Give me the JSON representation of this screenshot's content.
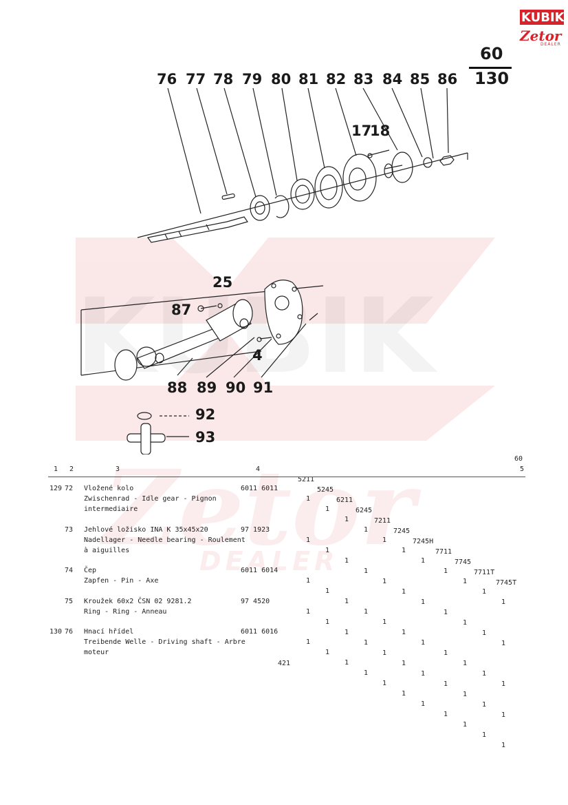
{
  "brand": {
    "name": "KUBIK",
    "sub": "Zetor",
    "tag": "DEALER"
  },
  "page_ref": {
    "top": "60",
    "bottom": "130"
  },
  "callouts": {
    "row1": [
      "76",
      "77",
      "78",
      "79",
      "80",
      "81",
      "82",
      "83",
      "84",
      "85",
      "86"
    ],
    "c17": "17",
    "c18": "18",
    "c25": "25",
    "c87": "87",
    "c4": "4",
    "row2": [
      "88",
      "89",
      "90",
      "91"
    ],
    "c92": "92",
    "c93": "93"
  },
  "table": {
    "headers": {
      "col1": "1",
      "col2": "2",
      "col3": "3",
      "col4": "4",
      "models": [
        "5211",
        "5245",
        "6211",
        "6245",
        "7211",
        "7245",
        "7245H",
        "7711",
        "7745",
        "7711T",
        "7745T"
      ],
      "group_top": "60",
      "group_bottom": "5"
    },
    "rows": [
      {
        "fig": "129",
        "pos": "72",
        "desc": [
          "Vložené kolo",
          "Zwischenrad - Idle gear - Pignon",
          "intermediaire"
        ],
        "part": "6011 6011",
        "qty": [
          "1",
          "1",
          "1",
          "1",
          "1",
          "1",
          "1",
          "1",
          "1",
          "1",
          "1"
        ]
      },
      {
        "fig": "",
        "pos": "73",
        "desc": [
          "Jehlové ložisko INA K 35x45x20",
          "Nadellager - Needle bearing - Roulement",
          "à aiguilles"
        ],
        "part": "97 1923",
        "qty": [
          "1",
          "1",
          "1",
          "1",
          "1",
          "1",
          "1",
          "1",
          "1",
          "1",
          "1"
        ]
      },
      {
        "fig": "",
        "pos": "74",
        "desc": [
          "Čep",
          "Zapfen - Pin - Axe"
        ],
        "part": "6011 6014",
        "qty": [
          "1",
          "1",
          "1",
          "1",
          "1",
          "1",
          "1",
          "1",
          "1",
          "1",
          "1"
        ]
      },
      {
        "fig": "",
        "pos": "75",
        "desc": [
          "Kroužek 60x2 ČSN 02 9281.2",
          "Ring - Ring - Anneau"
        ],
        "part": "97 4520",
        "qty": [
          "1",
          "1",
          "1",
          "1",
          "1",
          "1",
          "1",
          "1",
          "1",
          "1",
          "1"
        ]
      },
      {
        "fig": "130",
        "pos": "76",
        "desc": [
          "Hnací hřídel",
          "Treibende Welle - Driving shaft - Arbre",
          "moteur"
        ],
        "part": "6011 6016",
        "qty": [
          "1",
          "1",
          "1",
          "1",
          "1",
          "1",
          "1",
          "1",
          "1",
          "1",
          "1"
        ]
      }
    ],
    "page_number": "421"
  }
}
